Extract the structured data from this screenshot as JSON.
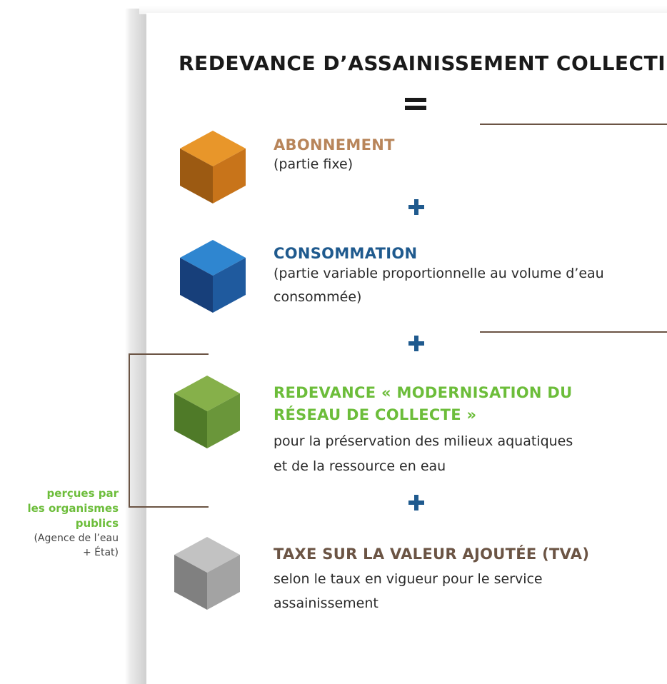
{
  "title": "REDEVANCE D’ASSAINISSEMENT COLLECTIF",
  "colors": {
    "brown": "#b8855a",
    "blue": "#1f5a8e",
    "green": "#6cbd3a",
    "grey_text": "#6b5444",
    "orange_cube": "#d9861c",
    "blue_cube": "#1f69b0",
    "green_cube": "#6a9a3a",
    "grey_cube": "#9a9a9a"
  },
  "items": [
    {
      "label": "ABONNEMENT",
      "desc": "(partie fixe)"
    },
    {
      "label": "CONSOMMATION",
      "desc_line1": "(partie variable proportionnelle au volume d’eau",
      "desc_line2": "consommée)"
    },
    {
      "label_line1": "REDEVANCE « MODERNISATION DU",
      "label_line2": "RÉSEAU DE COLLECTE »",
      "desc_line1": "pour la préservation des milieux aquatiques",
      "desc_line2": "et de la ressource en eau"
    },
    {
      "label": "TAXE SUR LA VALEUR AJOUTÉE (TVA)",
      "desc_line1": "selon le taux en vigueur pour le service",
      "desc_line2": "assainissement"
    }
  ],
  "side_note": {
    "line1": "perçues par",
    "line2": "les organismes",
    "line3": "publics",
    "line4": "(Agence de l’eau",
    "line5": "+ État)"
  }
}
